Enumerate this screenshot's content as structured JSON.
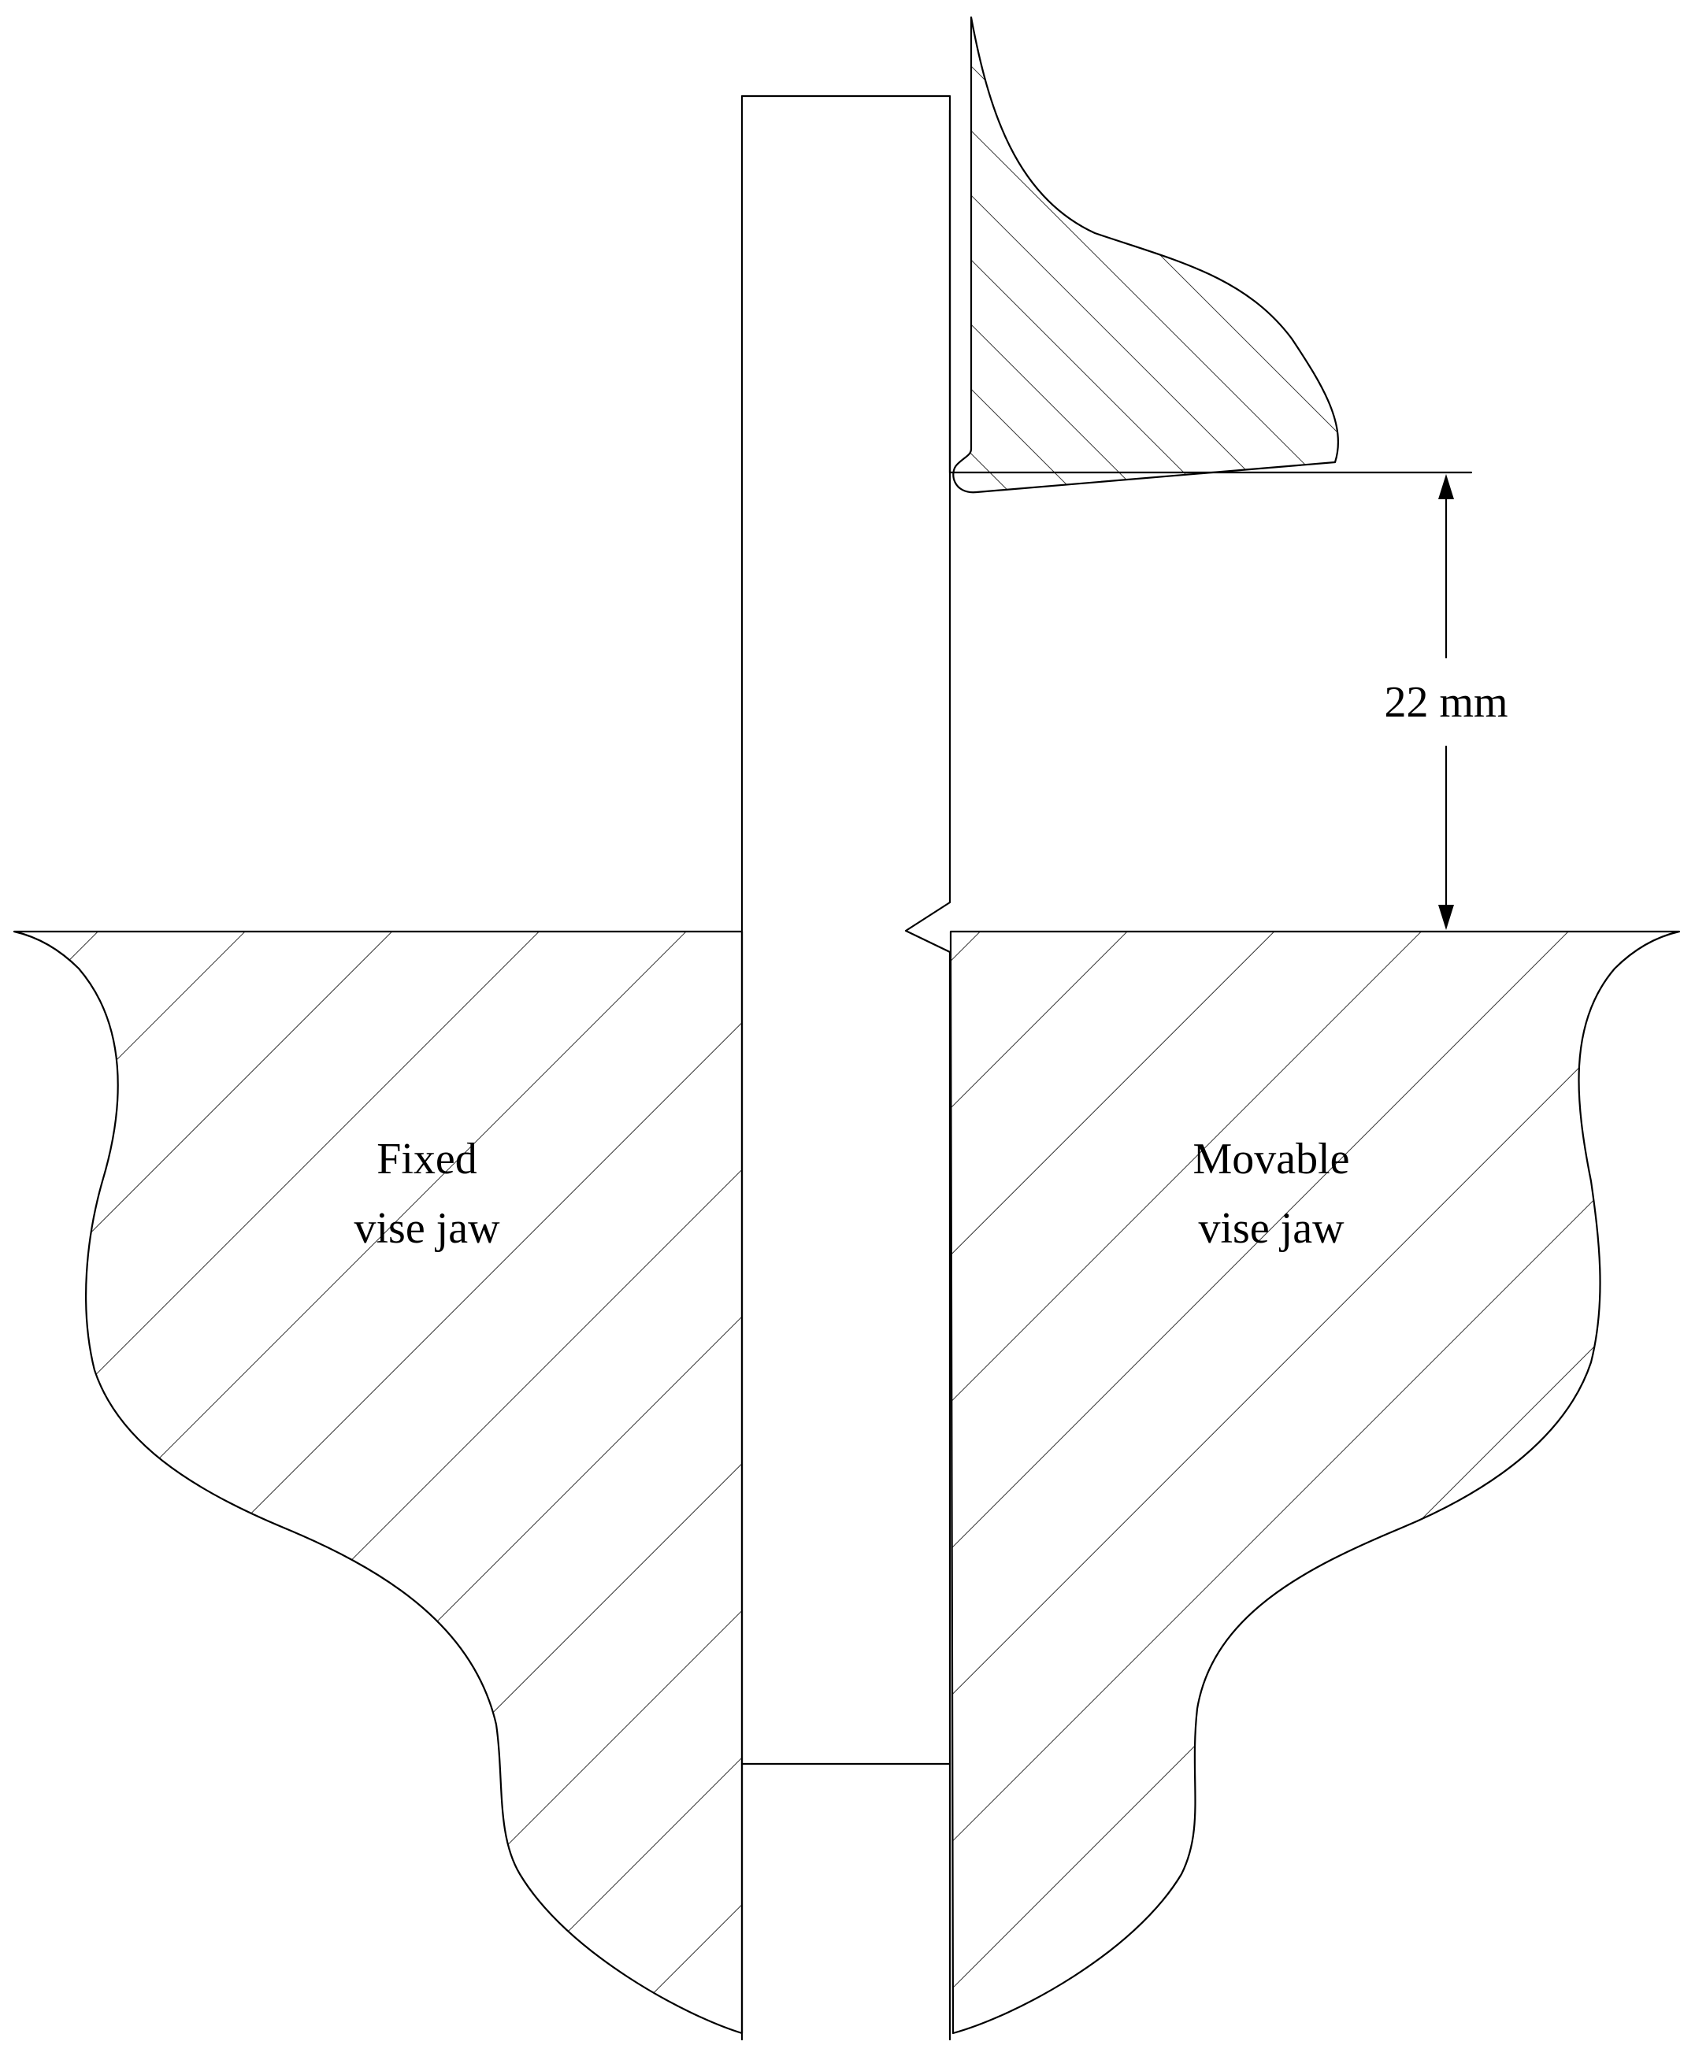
{
  "labels": {
    "fixed_jaw_line1": "Fixed",
    "fixed_jaw_line2": "vise jaw",
    "movable_jaw_line1": "Movable",
    "movable_jaw_line2": "vise jaw",
    "gap_dimension": "22 mm"
  },
  "colors": {
    "stroke": "#000000",
    "background": "#ffffff"
  }
}
